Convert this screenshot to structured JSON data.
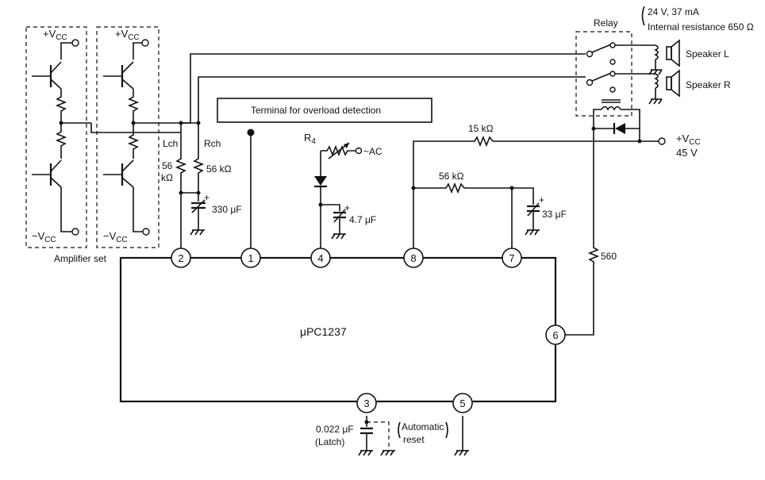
{
  "ic": {
    "name": "μPC1237"
  },
  "pins": {
    "p1": "1",
    "p2": "2",
    "p3": "3",
    "p4": "4",
    "p5": "5",
    "p6": "6",
    "p7": "7",
    "p8": "8"
  },
  "amplifier": {
    "vcc_left": "+V",
    "vcc_left_sub": "CC",
    "vcc_right": "+V",
    "vcc_right_sub": "CC",
    "vee_left": "−V",
    "vee_left_sub": "CC",
    "vee_right": "−V",
    "vee_right_sub": "CC",
    "label": "Amplifier set"
  },
  "channels": {
    "lch": "Lch",
    "rch": "Rch"
  },
  "components": {
    "r_lch_a": "56",
    "r_lch_b": "kΩ",
    "r_rch": "56 kΩ",
    "c_330": "330 μF",
    "r4": "R",
    "r4_sub": "4",
    "ac": "~AC",
    "c_47": "4.7 μF",
    "r_15k": "15 kΩ",
    "r_56k": "56 kΩ",
    "c_33": "33 μF",
    "r_560": "560",
    "c_022": "0.022 μF",
    "latch": "(Latch)",
    "auto_reset_a": "Automatic",
    "auto_reset_b": "reset",
    "plus1": "+",
    "plus2": "+",
    "plus3": "+"
  },
  "terminal_box": {
    "label": "Terminal for overload detection"
  },
  "relay": {
    "label": "Relay",
    "spec1": "24 V, 37 mA",
    "spec2": "Internal resistance 650 Ω"
  },
  "speakers": {
    "left": "Speaker L",
    "right": "Speaker R"
  },
  "supply": {
    "vcc": "+V",
    "vcc_sub": "CC",
    "voltage": "45 V"
  }
}
